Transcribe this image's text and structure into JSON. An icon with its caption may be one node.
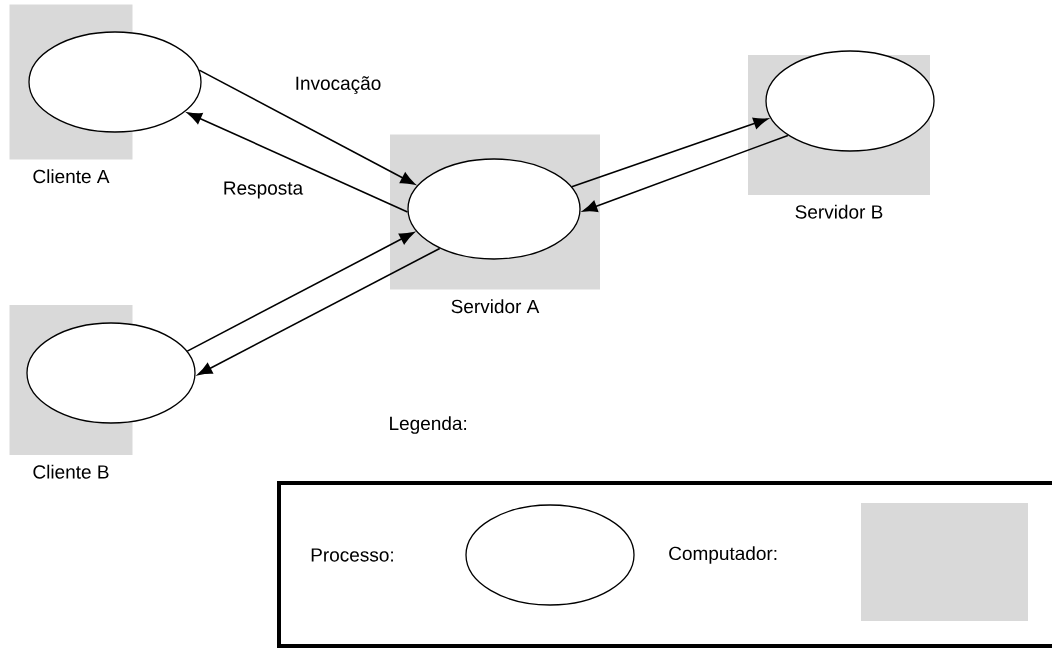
{
  "diagram": {
    "nodes": [
      {
        "text": [
          "Cliente A"
        ]
      },
      {
        "text": [],
        "shape": "ellipse"
      },
      {
        "text": [
          "Servidor A"
        ]
      },
      {
        "text": [],
        "shape": "ellipse",
        "in": 2
      },
      {
        "text": [
          "Servidor B"
        ]
      },
      {
        "text": [],
        "shape": "ellipse",
        "in": 4
      },
      {
        "text": [
          "Cliente B"
        ]
      },
      {
        "text": [],
        "shape": "ellipse"
      }
    ],
    "edges": [
      {
        "from": 1,
        "to": 3,
        "arrow": "to",
        "label": "Invocação"
      },
      {
        "from": 3,
        "to": 1,
        "arrow": "to",
        "label": "Resposta"
      },
      {
        "from": 3,
        "to": 5,
        "arrow": "to"
      },
      {
        "from": 5,
        "to": 3,
        "arrow": "to"
      },
      {
        "from": 7,
        "to": 3,
        "arrow": "to"
      },
      {
        "from": 3,
        "to": 7,
        "arrow": "to"
      }
    ],
    "labels": [
      "Legenda:"
    ],
    "legend": [
      {
        "text": "Processo:"
      },
      {
        "text": "Computador:",
        "color": "#d9d9d9"
      }
    ]
  }
}
